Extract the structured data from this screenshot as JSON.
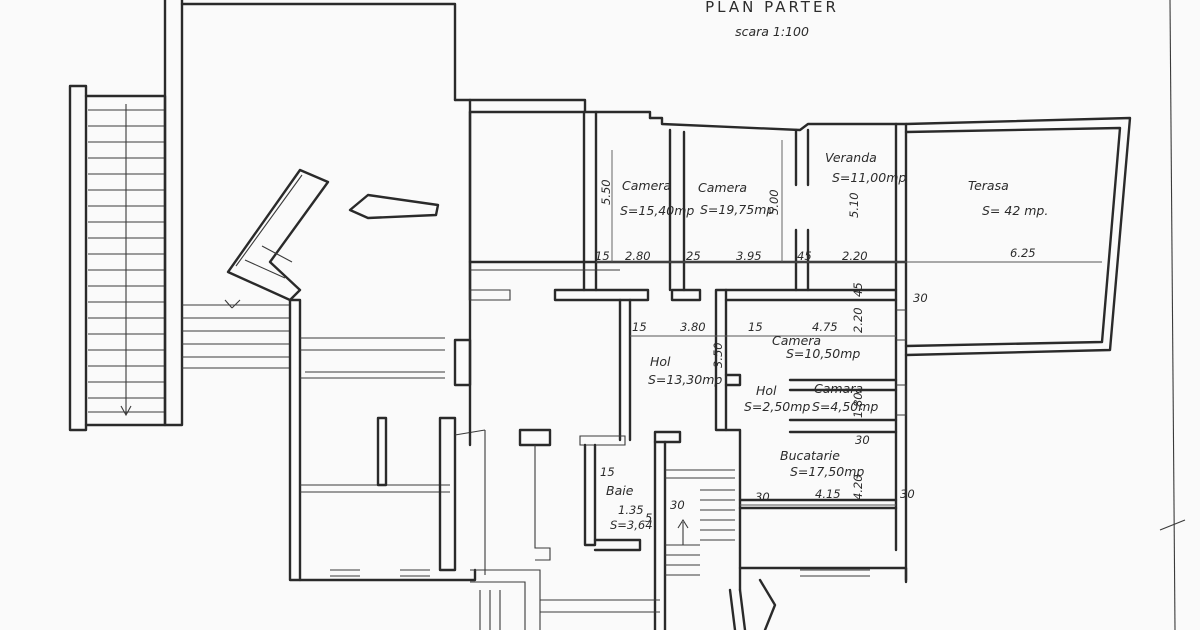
{
  "title": "PLAN PARTER",
  "scale": "scara 1:100",
  "rooms": [
    {
      "name": "Camera",
      "area": "S=15,40mp"
    },
    {
      "name": "Camera",
      "area": "S=19,75mp"
    },
    {
      "name": "Veranda",
      "area": "S=11,00mp"
    },
    {
      "name": "Terasa",
      "area": "S= 42 mp."
    },
    {
      "name": "Hol",
      "area": "S=13,30mp"
    },
    {
      "name": "Camera",
      "area": "S=10,50mp"
    },
    {
      "name": "Hol",
      "area": "S=2,50mp"
    },
    {
      "name": "Camara",
      "area": "S=4,50mp"
    },
    {
      "name": "Bucatarie",
      "area": "S=17,50mp"
    },
    {
      "name": "Baie",
      "area": "S=3,64"
    }
  ],
  "dimensions": {
    "top_row": [
      "15",
      "2.80",
      "25",
      "3.95",
      "45",
      "2.20",
      "6.25"
    ],
    "vertical": [
      "5.50",
      "5.00",
      "5.10",
      "3.50",
      "2.20",
      "1.80",
      "4.20",
      "45"
    ],
    "hall_row": [
      "15",
      "3.80",
      "15",
      "4.75",
      "30"
    ],
    "kitchen_row": [
      "30",
      "4.15",
      "30"
    ],
    "misc": [
      "30",
      "15",
      "1.35",
      "5",
      "30"
    ]
  }
}
